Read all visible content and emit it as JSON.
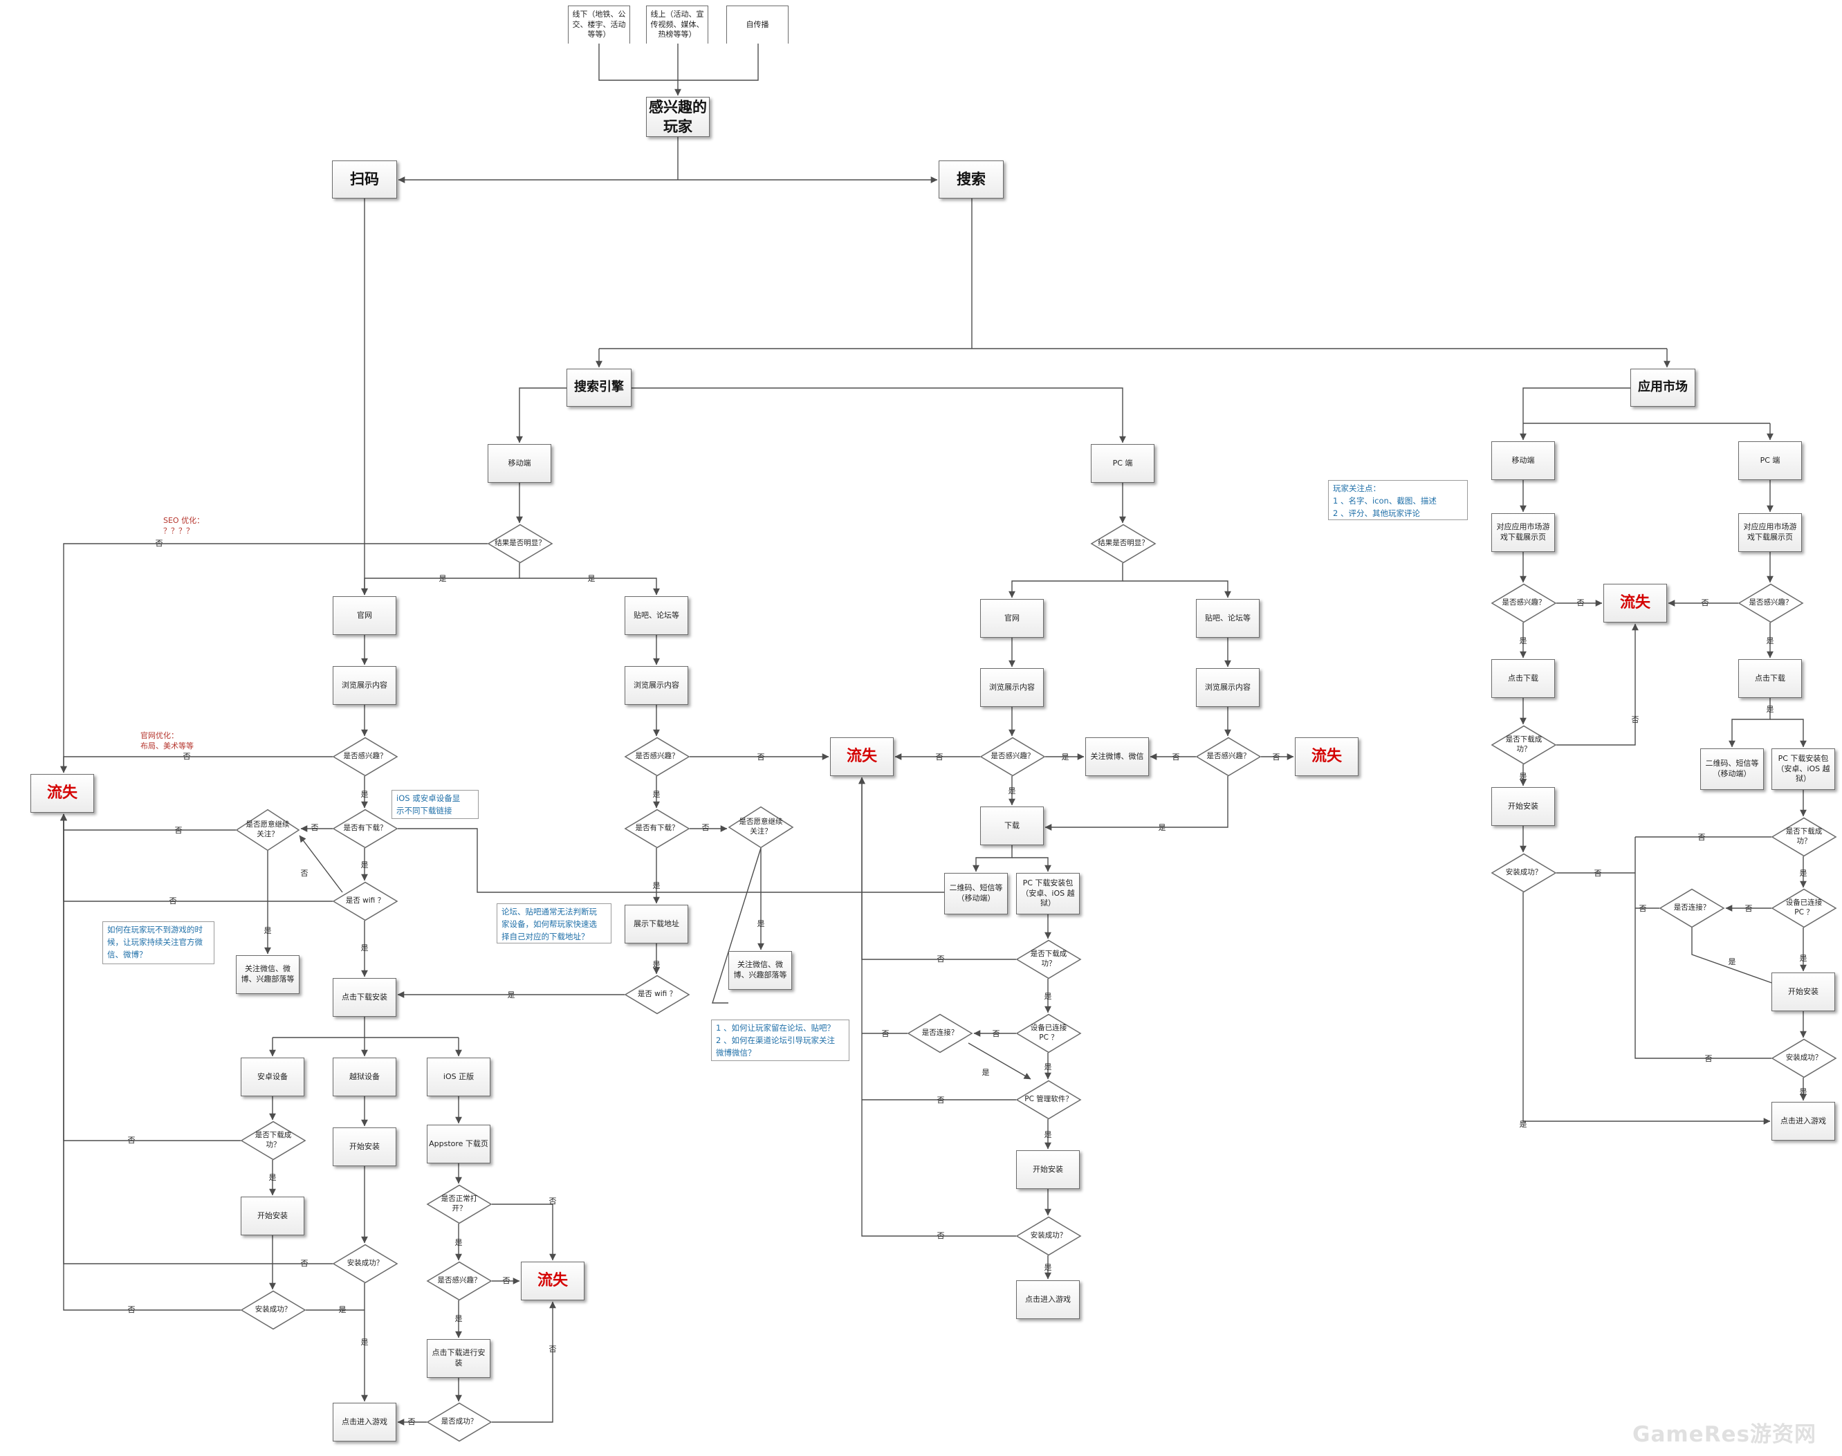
{
  "nodes": {
    "src_offline": "线下（地铁、公交、楼宇、活动等等）",
    "src_online": "线上（活动、宣传视频、媒体、热榜等等）",
    "src_self": "自传播",
    "interested_player": "感兴趣的玩家",
    "scan": "扫码",
    "search": "搜索",
    "search_engine": "搜索引擎",
    "app_market": "应用市场",
    "se_mobile": "移动端",
    "se_pc": "PC 端",
    "am_mobile": "移动端",
    "am_pc": "PC 端",
    "q_result_mobile": "结果是否明显？",
    "q_result_pc": "结果是否明显？",
    "m_official": "官网",
    "m_forum": "贴吧、论坛等",
    "m_browse1": "浏览展示内容",
    "m_browse2": "浏览展示内容",
    "m_interest1": "是否感兴趣？",
    "m_interest2": "是否感兴趣？",
    "m_hasdl1": "是否有下载？",
    "m_hasdl2": "是否有下载？",
    "m_follow1": "是否愿意继续关注？",
    "m_follow2": "是否愿意继续关注？",
    "m_wifi1": "是否 wifi ？",
    "m_wifi2": "是否 wifi ？",
    "m_follow_wechat1": "关注微信、微博、兴趣部落等",
    "m_follow_wechat2": "关注微信、微博、兴趣部落等",
    "m_show_addr": "展示下载地址",
    "m_click_install": "点击下载安装",
    "android": "安卓设备",
    "jailbreak": "越狱设备",
    "ios_official": "iOS 正版",
    "a_dl_ok": "是否下载成功？",
    "a_start": "开始安装",
    "a_install_ok": "安装成功？",
    "j_start": "开始安装",
    "j_install_ok": "安装成功？",
    "appstore": "Appstore 下载页",
    "i_open_ok": "是否正常打开？",
    "i_interest": "是否感兴趣？",
    "i_click_install": "点击下载进行安装",
    "i_success": "是否成功？",
    "enter_game_left": "点击进入游戏",
    "p_official": "官网",
    "p_forum": "贴吧、论坛等",
    "p_browse1": "浏览展示内容",
    "p_browse2": "浏览展示内容",
    "p_interest1": "是否感兴趣？",
    "p_interest2": "是否感兴趣？",
    "p_follow_wechat": "关注微博、微信",
    "p_download": "下载",
    "p_qr": "二维码、短信等（移动端）",
    "p_pcpkg": "PC 下载安装包（安卓、iOS 越狱）",
    "p_dl_ok": "是否下载成功？",
    "p_connected": "设备已连接 PC ？",
    "p_connect": "是否连接？",
    "p_pcmgr": "PC 管理软件？",
    "p_start": "开始安装",
    "p_install_ok": "安装成功？",
    "p_enter": "点击进入游戏",
    "am_m_page": "对应应用市场游戏下载展示页",
    "am_p_page": "对应应用市场游戏下载展示页",
    "am_m_interest": "是否感兴趣？",
    "am_p_interest": "是否感兴趣？",
    "am_m_click_dl": "点击下载",
    "am_p_click_dl": "点击下载",
    "am_m_dl_ok": "是否下载成功？",
    "am_m_start": "开始安装",
    "am_m_install_ok": "安装成功？",
    "am_p_qr": "二维码、短信等（移动端）",
    "am_p_pcpkg": "PC 下载安装包（安卓、iOS 越狱）",
    "am_p_dl_ok": "是否下载成功？",
    "am_p_connected": "设备已连接 PC ？",
    "am_p_connect": "是否连接？",
    "am_p_start": "开始安装",
    "am_p_install_ok": "安装成功？",
    "am_enter": "点击进入游戏",
    "lost": "流失"
  },
  "labels": {
    "yes": "是",
    "no": "否"
  },
  "notes": {
    "seo": "SEO 优化：\n？？？？",
    "official_opt": "官网优化：\n布局、美术等等",
    "ios_android": "iOS 或安卓设备显\n示不同下载链接",
    "keep_follow": "如何在玩家玩不到游戏的时\n候，让玩家持续关注官方微\n信、微博？",
    "forum_device": "论坛、贴吧通常无法判断玩\n家设备，如何帮玩家快速选\n择自己对应的下载地址？",
    "forum_stay": "1 、如何让玩家留在论坛、贴吧？\n2 、如何在渠道论坛引导玩家关注\n微博微信？",
    "focus_points": "玩家关注点：\n1 、名字、icon、截图、描述\n2 、评分、其他玩家评论"
  },
  "watermark": "GameRes游资网",
  "colors": {
    "lost": "#d40000",
    "note_text": "#1f6fa8",
    "red_note": "#b5352d",
    "line": "#4d4d4d"
  }
}
